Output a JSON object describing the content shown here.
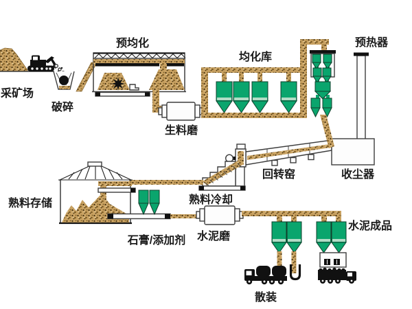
{
  "diagram": {
    "type": "cement-production-process-flow",
    "labels": {
      "mining_site": "采矿场",
      "crushing": "破碎",
      "pre_homogenization": "预均化",
      "raw_mill": "生料磨",
      "homogenization_silos": "均化库",
      "preheater": "预热器",
      "rotary_kiln": "回转窑",
      "dust_collector": "收尘器",
      "clinker_cooling": "熟料冷却",
      "clinker_storage": "熟料存储",
      "gypsum_additives": "石膏/添加剂",
      "cement_mill": "水泥磨",
      "cement_product": "水泥成品",
      "bulk_loading": "散装"
    },
    "colors": {
      "background": "#ffffff",
      "silo_green": "#0aa56d",
      "silo_band": "#b2dcc6",
      "material_tan": "#c9a262",
      "speckle_dark": "#43300f",
      "speckle_mid": "#7a5a22",
      "ink": "#111111",
      "label_text": "#1a1a1a"
    }
  }
}
